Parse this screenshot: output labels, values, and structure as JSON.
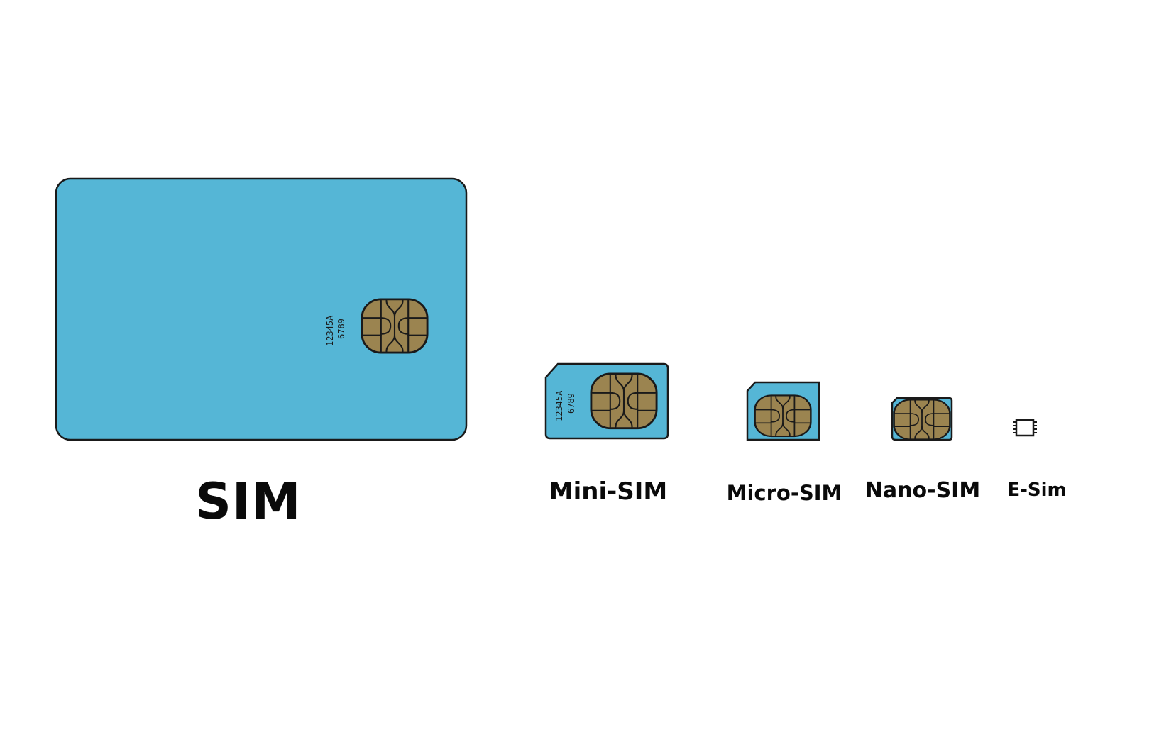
{
  "colors": {
    "card_fill": "#55b6d6",
    "card_stroke": "#1a1a1a",
    "chip_fill": "#9b8450",
    "chip_stroke": "#1a1a1a"
  },
  "cards": {
    "sim": {
      "label": "SIM",
      "serial_line1": "12345A",
      "serial_line2": "6789"
    },
    "mini": {
      "label": "Mini-SIM",
      "serial_line1": "12345A",
      "serial_line2": "6789"
    },
    "micro": {
      "label": "Micro-SIM"
    },
    "nano": {
      "label": "Nano-SIM"
    },
    "esim": {
      "label": "E-Sim",
      "icon": "esim-chip-icon"
    }
  }
}
